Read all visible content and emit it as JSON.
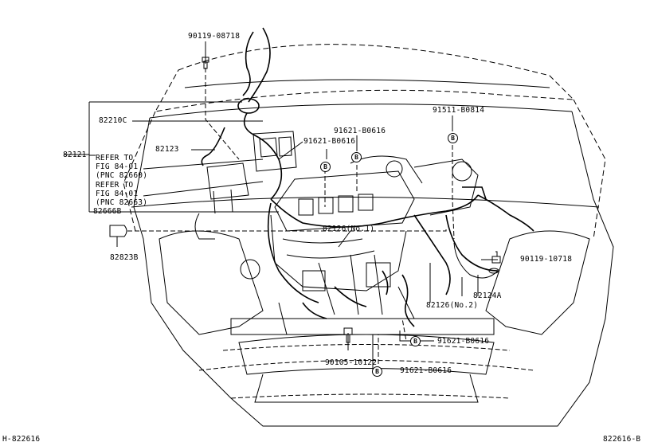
{
  "parts": {
    "p90119_08718": "90119-08718",
    "p82210C": "82210C",
    "p82121": "82121",
    "p82123": "82123",
    "p82666B": "82666B",
    "p82823B": "82823B",
    "p91621_B0616_a": "91621-B0616",
    "p91621_B0616_b": "91621-B0616",
    "p91621_B0616_c": "91621-B0616",
    "p91621_B0616_d": "91621-B0616",
    "p91511_B0814": "91511-B0814",
    "p82126_no1": "82126(No.1)",
    "p82126_no2": "82126(No.2)",
    "p82124A": "82124A",
    "p90119_10718": "90119-10718",
    "p90105_10122": "90105-10122"
  },
  "refs": {
    "ref1_line1": "REFER TO",
    "ref1_line2": "FIG 84-01",
    "ref1_line3": "(PNC 82660)",
    "ref2_line1": "REFER TO",
    "ref2_line2": "FIG 84-01",
    "ref2_line3": "(PNC 82663)"
  },
  "badge_letter": "B",
  "footer": {
    "left": "H-822616",
    "right": "822616-B"
  }
}
